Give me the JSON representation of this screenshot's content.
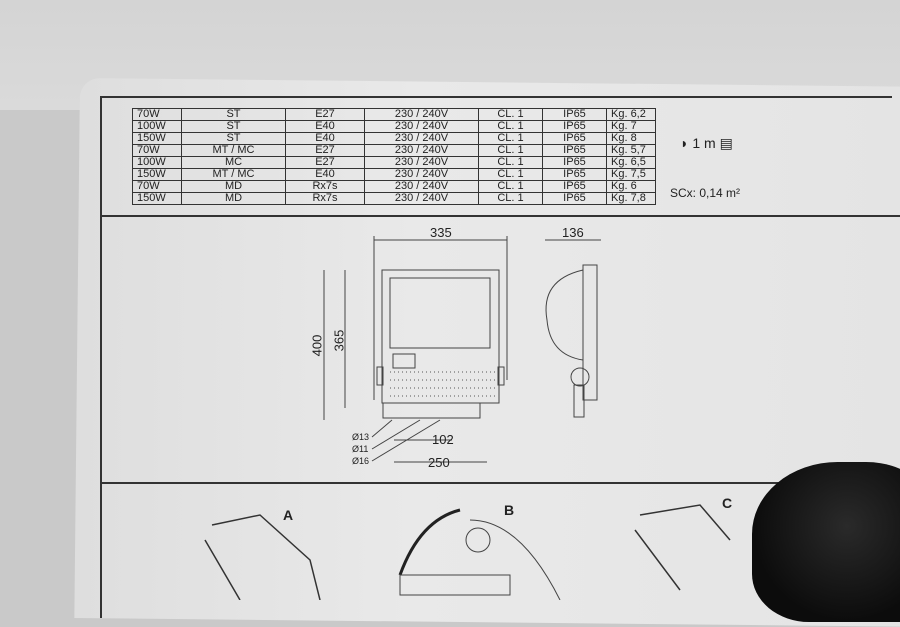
{
  "spec_table": {
    "rows": [
      [
        "70W",
        "ST",
        "E27",
        "230 / 240V",
        "CL. 1",
        "IP65",
        "Kg. 6,2"
      ],
      [
        "100W",
        "ST",
        "E40",
        "230 / 240V",
        "CL. 1",
        "IP65",
        "Kg. 7"
      ],
      [
        "150W",
        "ST",
        "E40",
        "230 / 240V",
        "CL. 1",
        "IP65",
        "Kg. 8"
      ],
      [
        "70W",
        "MT / MC",
        "E27",
        "230 / 240V",
        "CL. 1",
        "IP65",
        "Kg. 5,7"
      ],
      [
        "100W",
        "MC",
        "E27",
        "230 / 240V",
        "CL. 1",
        "IP65",
        "Kg. 6,5"
      ],
      [
        "150W",
        "MT / MC",
        "E40",
        "230 / 240V",
        "CL. 1",
        "IP65",
        "Kg. 7,5"
      ],
      [
        "70W",
        "MD",
        "Rx7s",
        "230 / 240V",
        "CL. 1",
        "IP65",
        "Kg. 6"
      ],
      [
        "150W",
        "MD",
        "Rx7s",
        "230 / 240V",
        "CL. 1",
        "IP65",
        "Kg. 7,8"
      ]
    ]
  },
  "distance_symbol": "1 m",
  "scx": "SCx: 0,14 m²",
  "dimensions": {
    "width": "335",
    "depth": "136",
    "height": "400",
    "height_inner": "365",
    "spacing_small": "102",
    "spacing_large": "250",
    "hole_1": "Ø13",
    "hole_2": "Ø11",
    "hole_3": "Ø16"
  },
  "steps": {
    "a": "A",
    "b": "B",
    "c": "C"
  }
}
